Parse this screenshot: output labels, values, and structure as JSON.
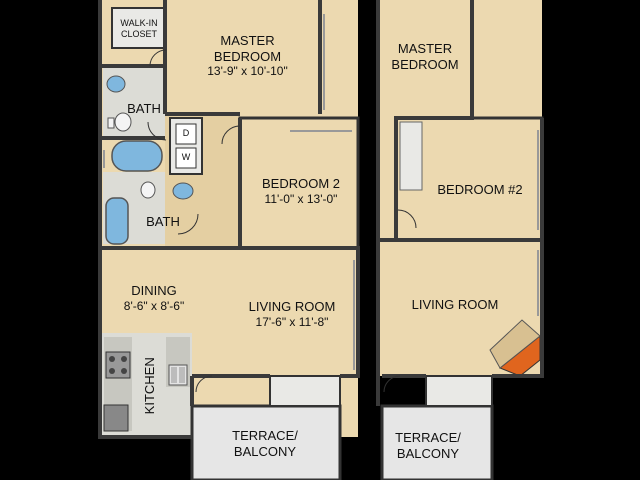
{
  "colors": {
    "background": "#000000",
    "floor": "#ecd9b0",
    "floor_shadow": "#d8c091",
    "wall": "#3a3a3a",
    "tile": "#dcdcd6",
    "terrace": "#e6e6e6",
    "fixture_blue": "#7fb7de",
    "fireplace": "#e0651e"
  },
  "plan_a": {
    "walk_in_closet": "WALK-IN\nCLOSET",
    "master_bedroom": {
      "name": "MASTER\nBEDROOM",
      "dims": "13'-9\" x 10'-10\""
    },
    "bath_1": "BATH",
    "bath_2": "BATH",
    "bedroom_2": {
      "name": "BEDROOM 2",
      "dims": "11'-0\" x 13'-0\""
    },
    "dining": {
      "name": "DINING",
      "dims": "8'-6\" x 8'-6\""
    },
    "living_room": {
      "name": "LIVING ROOM",
      "dims": "17'-6\" x 11'-8\""
    },
    "kitchen": "KITCHEN",
    "washer_dryer": {
      "dryer": "D",
      "washer": "W"
    },
    "terrace": "TERRACE/\nBALCONY"
  },
  "plan_b": {
    "master_bedroom": "MASTER\nBEDROOM",
    "bedroom_2": "BEDROOM #2",
    "living_room": "LIVING ROOM",
    "terrace": "TERRACE/\nBALCONY"
  }
}
